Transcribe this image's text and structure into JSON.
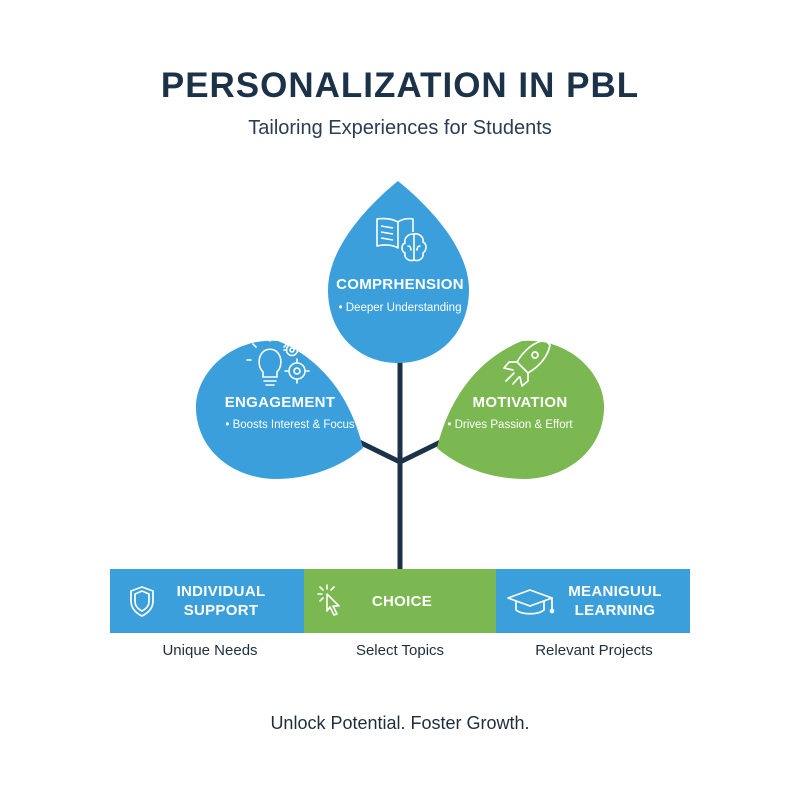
{
  "title": "PERSONALIZATION IN PBL",
  "subtitle": "Tailoring Experiences for Students",
  "colors": {
    "blue": "#3a9fdb",
    "green": "#7cb852",
    "navy": "#1c3248"
  },
  "leaves": {
    "comprehension": {
      "title": "COMPRHENSION",
      "desc": "• Deeper Understanding",
      "icons": [
        "book-icon",
        "brain-icon"
      ]
    },
    "engagement": {
      "title": "ENGAGEMENT",
      "desc": "• Boosts Interest & Focus",
      "icons": [
        "lightbulb-icon",
        "gears-icon"
      ]
    },
    "motivation": {
      "title": "MOTIVATION",
      "desc": "• Drives Passion & Effort",
      "icons": [
        "rocket-icon"
      ]
    }
  },
  "boxes": [
    {
      "label": "INDIVIDUAL SUPPORT",
      "caption": "Unique Needs",
      "icon": "shield-icon"
    },
    {
      "label": "CHOICE",
      "caption": "Select Topics",
      "icon": "cursor-click-icon"
    },
    {
      "label": "MEANIGUUL LEARNING",
      "caption": "Relevant Projects",
      "icon": "graduation-cap-icon"
    }
  ],
  "footer": "Unlock Potential. Foster Growth."
}
